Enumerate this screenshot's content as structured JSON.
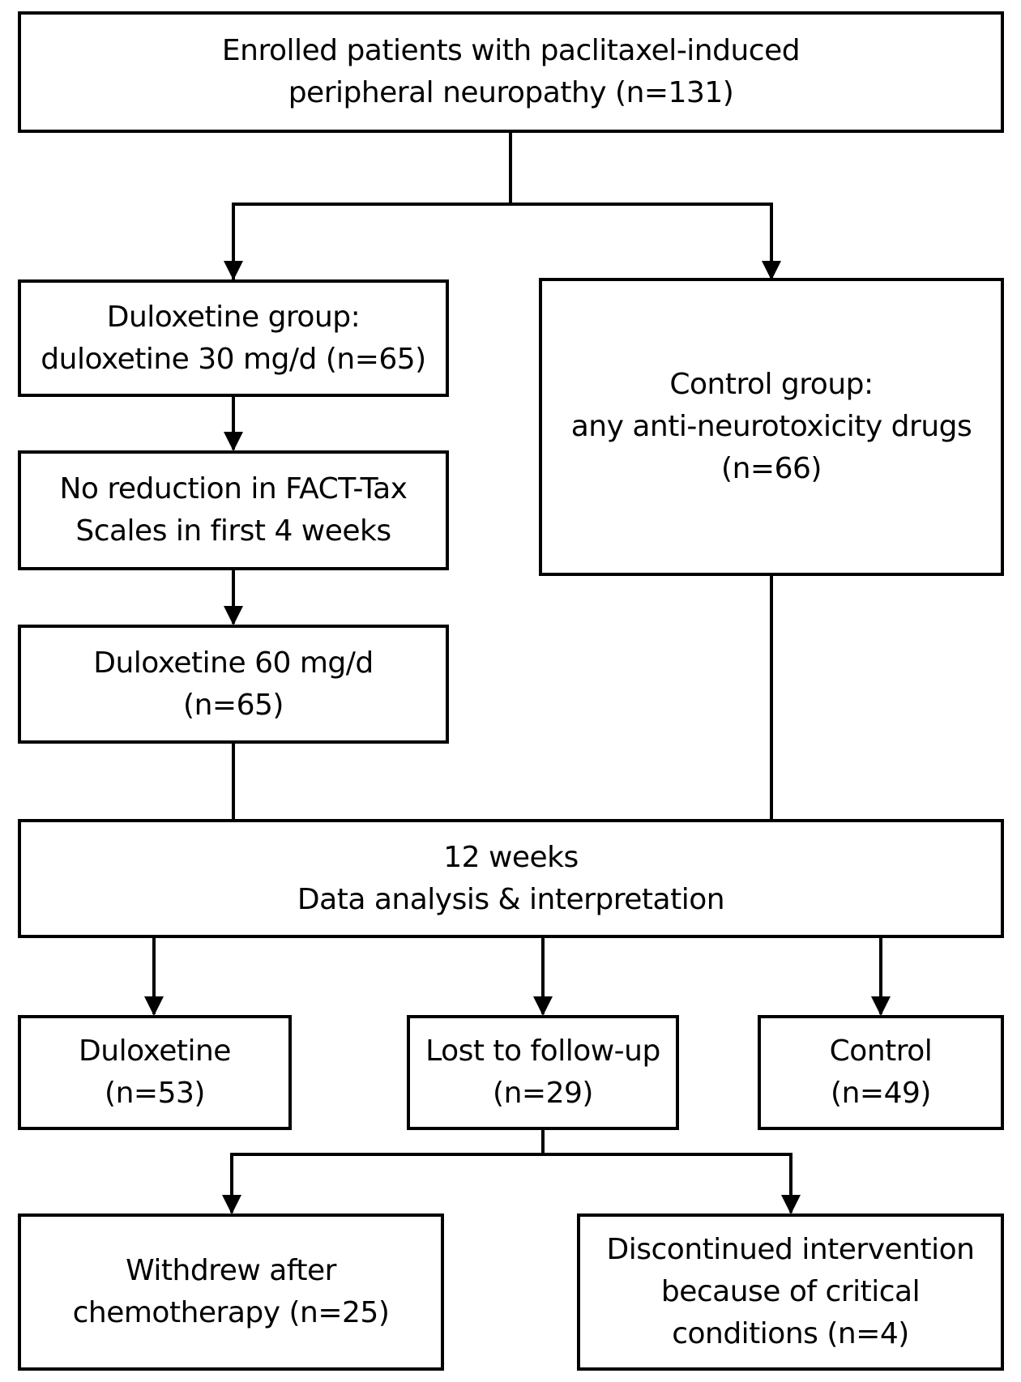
{
  "boxes": {
    "enrolled": {
      "line1": "Enrolled patients with paclitaxel-induced",
      "line2": "peripheral neuropathy (n=131)"
    },
    "duloxetine_group": {
      "line1": "Duloxetine group:",
      "line2": "duloxetine 30 mg/d (n=65)"
    },
    "control_group": {
      "line1": "Control group:",
      "line2": "any anti-neurotoxicity drugs",
      "line3": "(n=66)"
    },
    "no_reduction": {
      "line1": "No reduction in FACT-Tax",
      "line2": "Scales in first 4 weeks"
    },
    "duloxetine_60": {
      "line1": "Duloxetine 60 mg/d",
      "line2": "(n=65)"
    },
    "analysis": {
      "line1": "12 weeks",
      "line2": "Data analysis & interpretation"
    },
    "duloxetine_final": {
      "line1": "Duloxetine",
      "line2": "(n=53)"
    },
    "lost": {
      "line1": "Lost to follow-up",
      "line2": "(n=29)"
    },
    "control_final": {
      "line1": "Control",
      "line2": "(n=49)"
    },
    "withdrew": {
      "line1": "Withdrew after",
      "line2": "chemotherapy (n=25)"
    },
    "discontinued": {
      "line1": "Discontinued intervention",
      "line2": "because of critical",
      "line3": "conditions (n=4)"
    }
  },
  "colors": {
    "stroke": "#000000",
    "background": "#ffffff"
  }
}
